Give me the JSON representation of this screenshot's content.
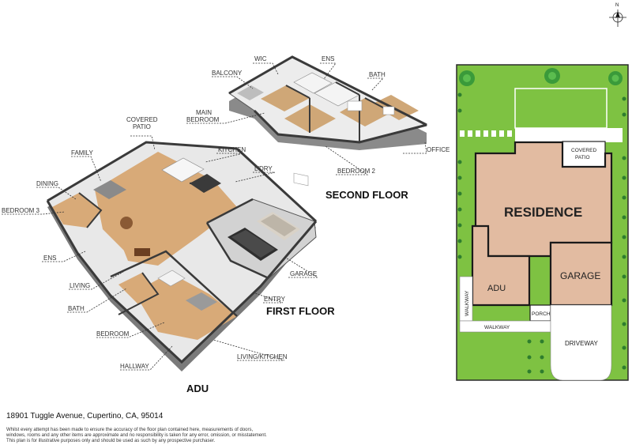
{
  "compass": {
    "letter": "N"
  },
  "floors": {
    "second": "SECOND FLOOR",
    "first": "FIRST FLOOR",
    "adu": "ADU"
  },
  "labels": {
    "wic": "WIC",
    "ens_top": "ENS",
    "balcony": "BALCONY",
    "bath_top": "BATH",
    "main_bedroom_1": "MAIN",
    "main_bedroom_2": "BEDROOM",
    "covered_patio_1": "COVERED",
    "covered_patio_2": "PATIO",
    "office": "OFFICE",
    "kitchen": "KITCHEN",
    "family": "FAMILY",
    "ldry": "L'DRY",
    "bedroom2": "BEDROOM 2",
    "dining": "DINING",
    "bedroom3": "BEDROOM 3",
    "ens_bottom": "ENS",
    "garage": "GARAGE",
    "living": "LIVING",
    "entry": "ENTRY",
    "bath_bottom": "BATH",
    "bedroom": "BEDROOM",
    "hallway": "HALLWAY",
    "living_kitchen": "LIVING/KITCHEN"
  },
  "site_plan": {
    "residence": "RESIDENCE",
    "garage": "GARAGE",
    "adu": "ADU",
    "covered_patio_1": "COVERED",
    "covered_patio_2": "PATIO",
    "walkway_vertical": "WALKWAY",
    "walkway": "WALKWAY",
    "porch": "PORCH",
    "driveway": "DRIVEWAY",
    "colors": {
      "lawn": "#7ec242",
      "building": "#e2bba1",
      "paving": "#ffffff",
      "tree": "#3a9a3a"
    }
  },
  "footer": {
    "address": "18901 Tuggle Avenue, Cupertino, CA, 95014",
    "disclaimer_1": "Whilst every attempt has been made to ensure the accuracy of the floor plan contained here, measurements of doors,",
    "disclaimer_2": "windows, rooms and any other items are approximate and no responsibility is taken for any error, omission, or misstatement.",
    "disclaimer_3": "This plan is for illustrative purposes only and should be used as such by any prospective purchaser."
  }
}
